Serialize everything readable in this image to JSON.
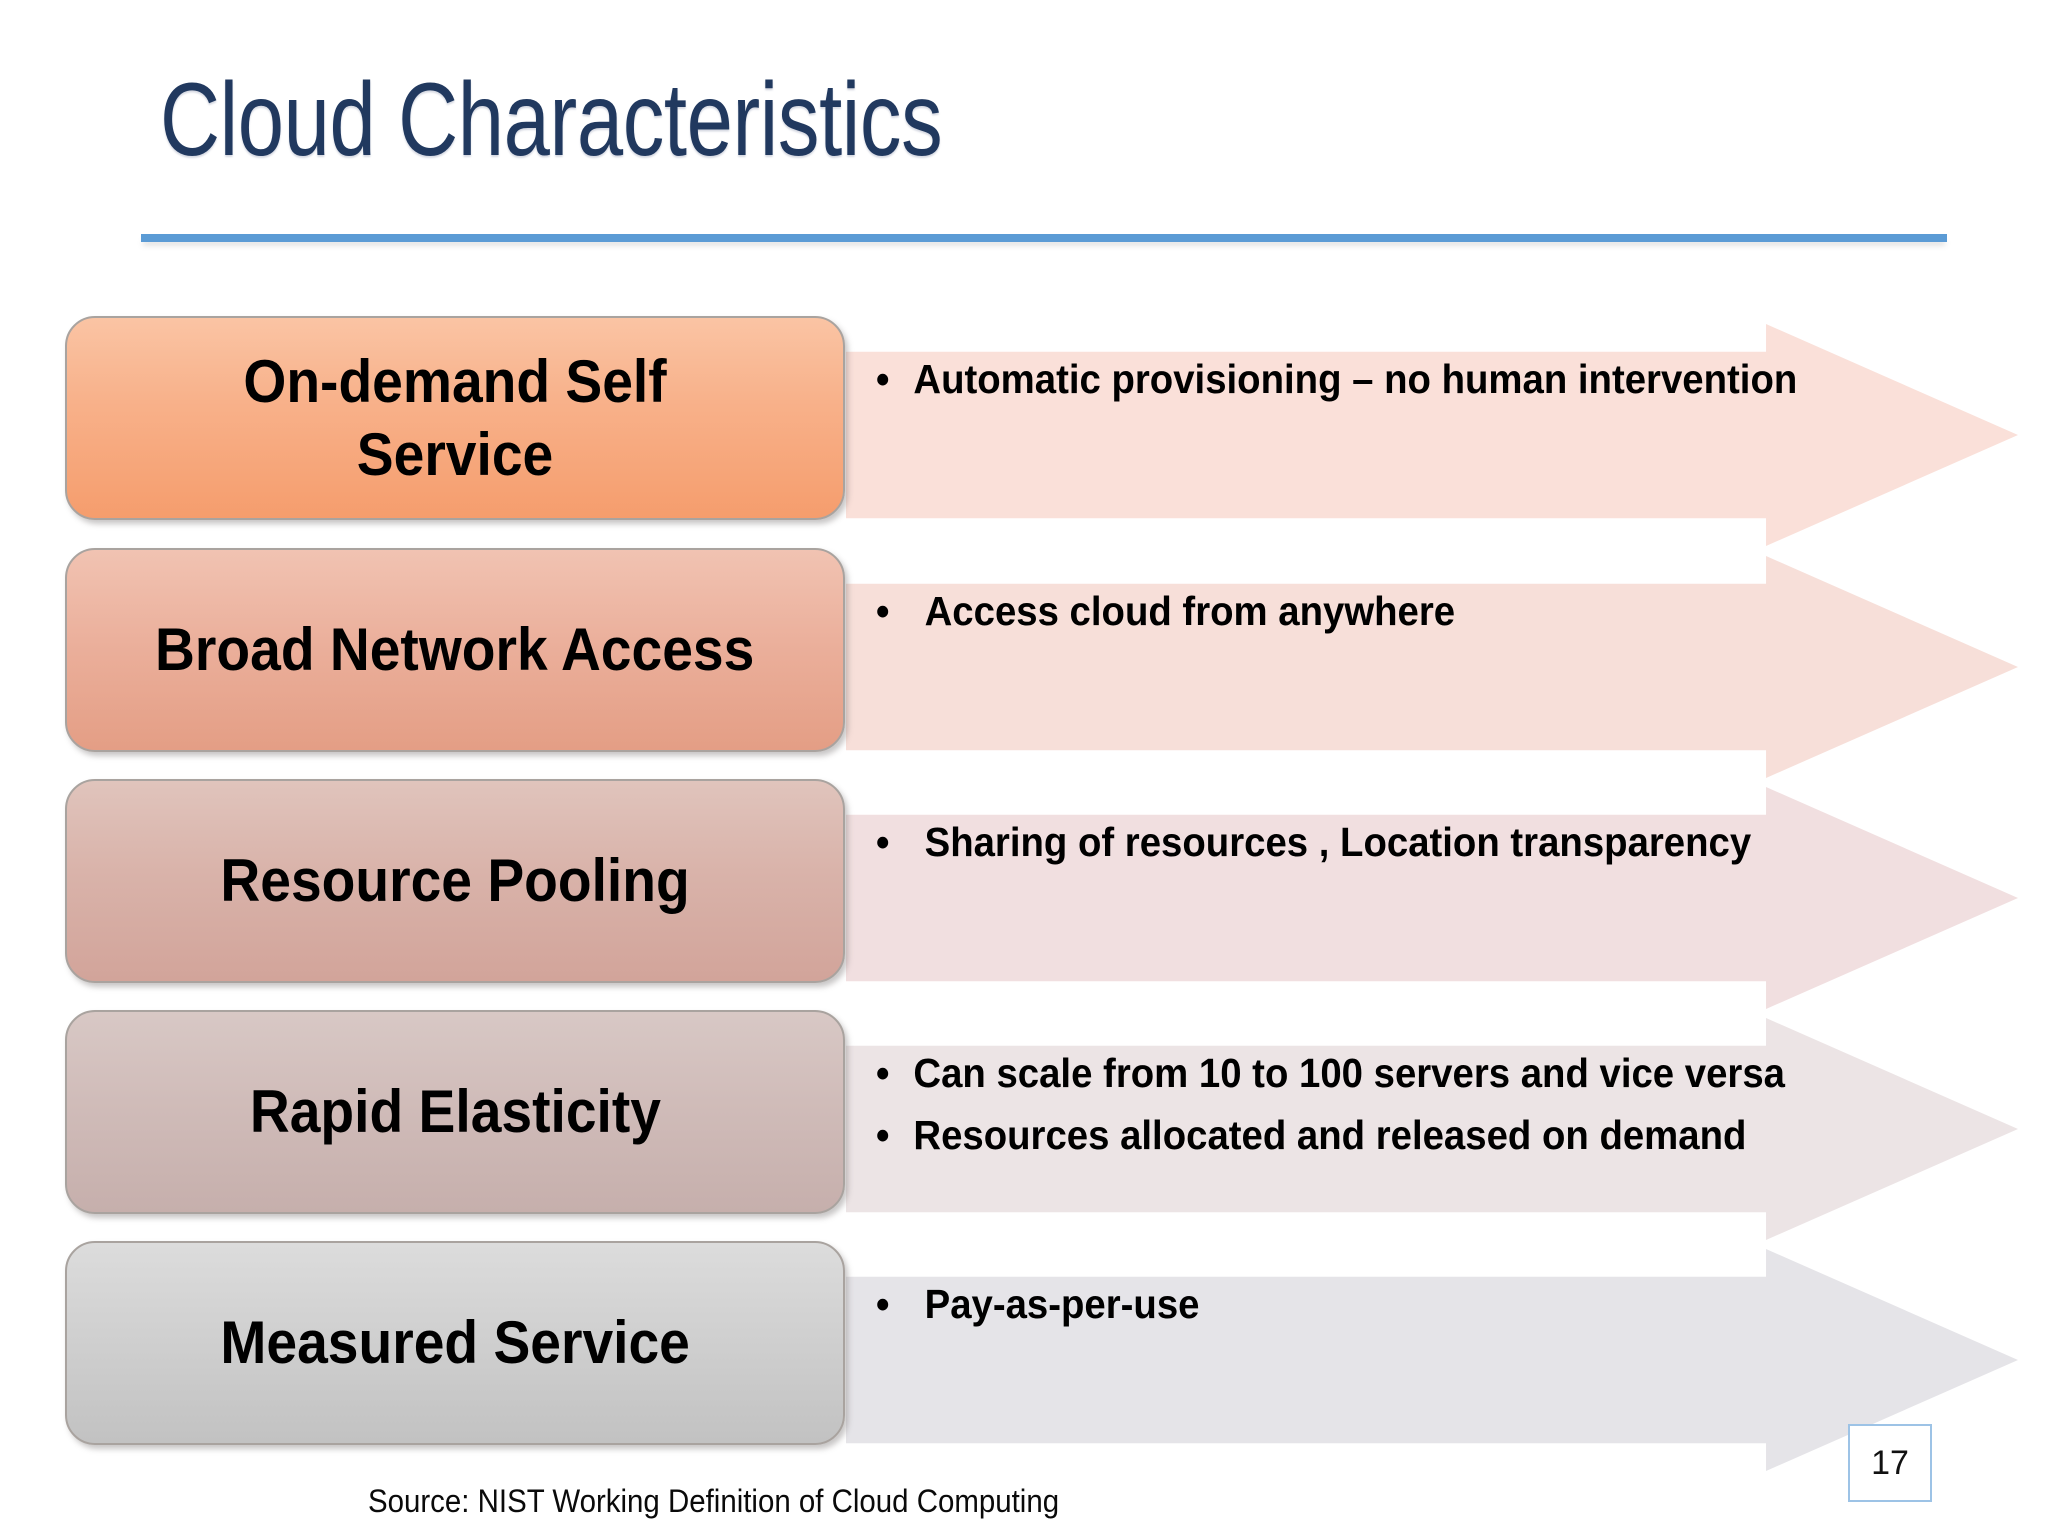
{
  "slide": {
    "title": "Cloud Characteristics",
    "accent_color": "#5B9BD5",
    "title_color": "#21395F",
    "background": "#FFFFFF"
  },
  "rows": [
    {
      "label": "On-demand Self\nService",
      "box_color": "#F8B18A",
      "arrow_color": "#FAE0D9",
      "bullets": [
        "Automatic provisioning – no human intervention"
      ]
    },
    {
      "label": "Broad Network Access",
      "box_color": "#EBB09C",
      "arrow_color": "#F7DFD9",
      "bullets": [
        "Access cloud from anywhere"
      ]
    },
    {
      "label": "Resource Pooling",
      "box_color": "#D9B3AA",
      "arrow_color": "#F1DFE0",
      "bullets": [
        "Sharing of resources , Location transparency"
      ]
    },
    {
      "label": "Rapid Elasticity",
      "box_color": "#D0BCB9",
      "arrow_color": "#ECE4E5",
      "bullets": [
        "Can scale from 10 to 100 servers and vice versa",
        "Resources allocated and released on demand"
      ]
    },
    {
      "label": "Measured Service",
      "box_color": "#D0D0D0",
      "arrow_color": "#E5E4E8",
      "bullets": [
        "Pay-as-per-use"
      ]
    }
  ],
  "bullet_glyph": "•",
  "footer": {
    "source": "Source: NIST Working Definition of Cloud Computing",
    "page_number": "17"
  }
}
